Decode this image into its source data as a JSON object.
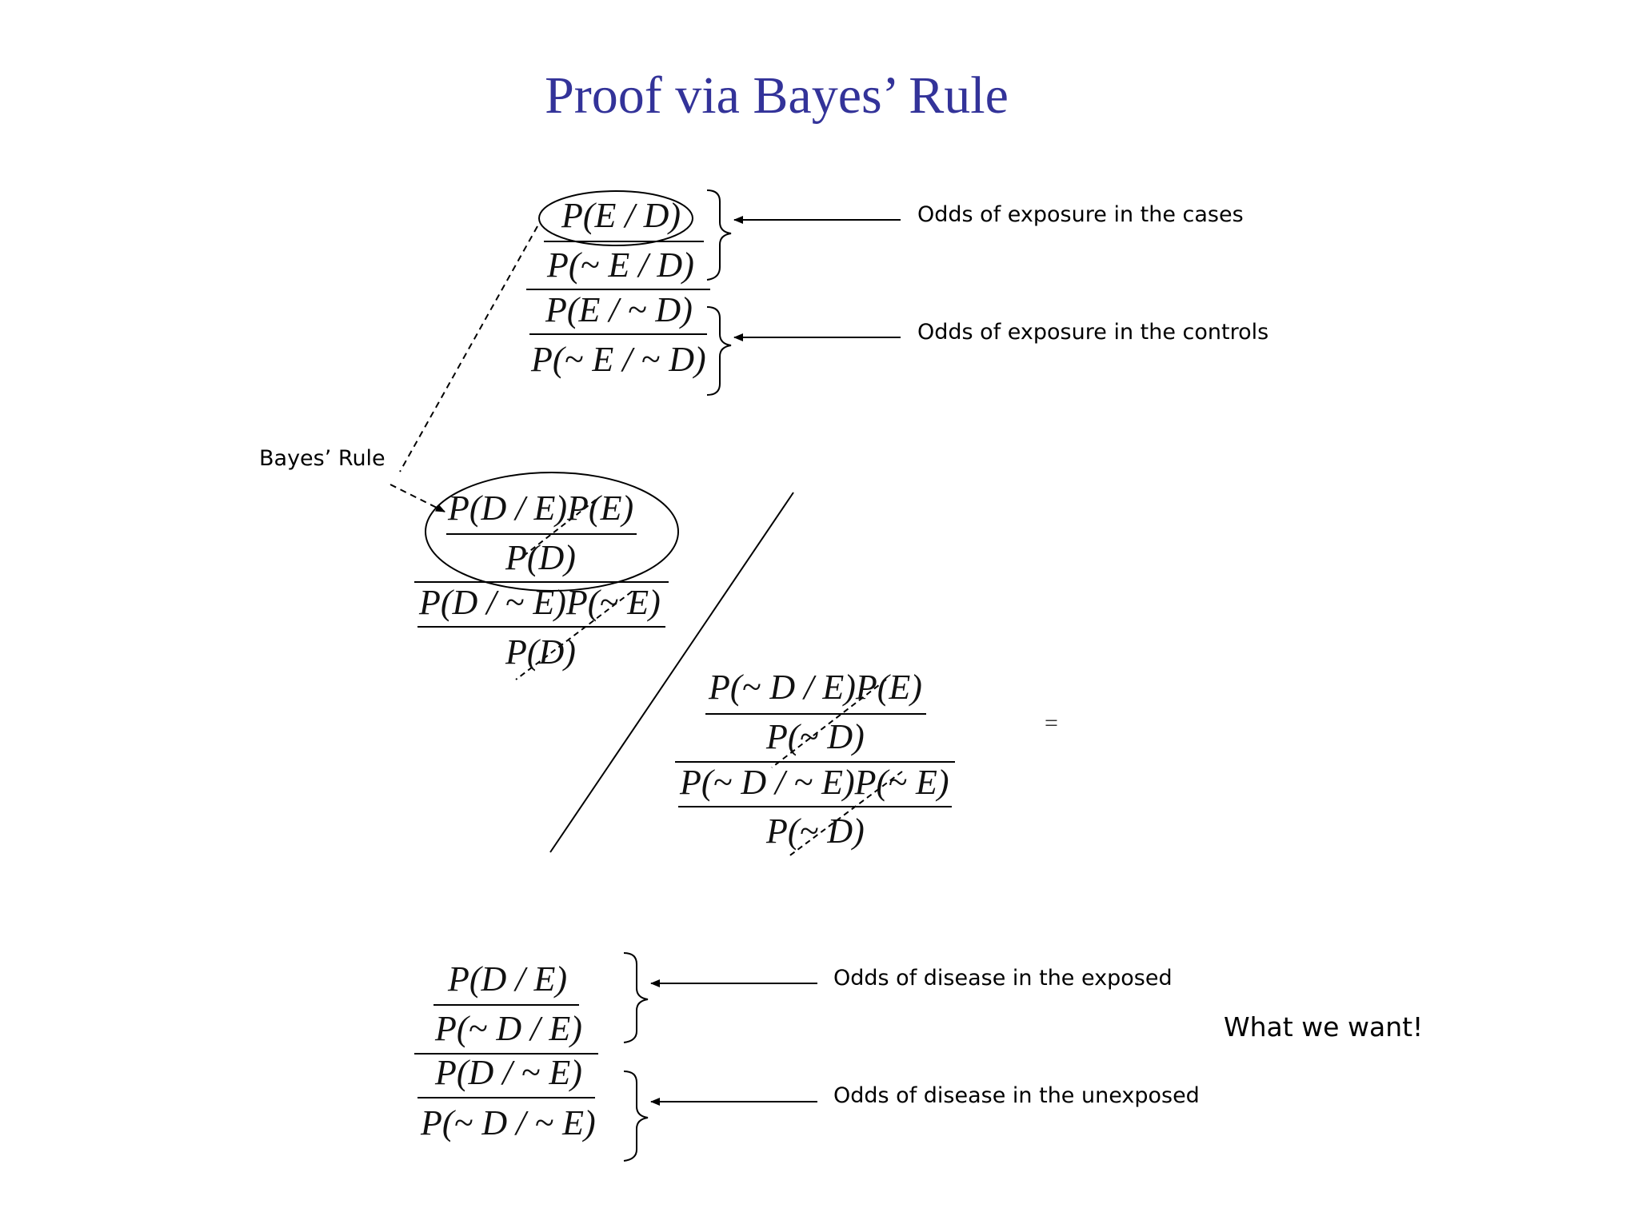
{
  "title": "Proof via Bayes’ Rule",
  "labels": {
    "cases": "Odds of exposure in the cases",
    "controls": "Odds of exposure in the controls",
    "bayes": "Bayes’ Rule",
    "exposed": "Odds of disease in the exposed",
    "unexposed": "Odds of disease in the unexposed",
    "want": "What we want!",
    "equals": "="
  },
  "top": {
    "n1": "P(E / D)",
    "d1": "P(~ E / D)",
    "n2": "P(E / ~ D)",
    "d2": "P(~ E / ~ D)"
  },
  "mid": {
    "n1": "P(D / E)P(E)",
    "d1": "P(D)",
    "n2": "P(D / ~ E)P(~ E)",
    "d2": "P(D)"
  },
  "right": {
    "n1": "P(~ D / E)P(E)",
    "d1": "P(~ D)",
    "n2": "P(~ D / ~ E)P(~ E)",
    "d2": "P(~ D)"
  },
  "bottom": {
    "n1": "P(D / E)",
    "d1": "P(~ D / E)",
    "n2": "P(D / ~ E)",
    "d2": "P(~ D / ~ E)"
  }
}
